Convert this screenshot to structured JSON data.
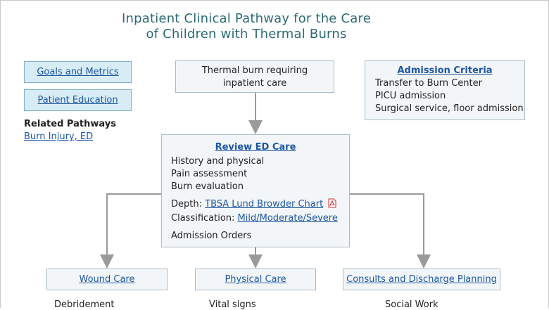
{
  "title": {
    "line1": "Inpatient Clinical Pathway for the Care",
    "line2": "of Children with Thermal Burns"
  },
  "sidebar": {
    "goals_button": "Goals and Metrics",
    "education_button": "Patient Education",
    "related_heading": "Related Pathways",
    "related_link": "Burn Injury, ED"
  },
  "start_box": {
    "line1": "Thermal burn requiring",
    "line2": "inpatient care"
  },
  "admission": {
    "title": "Admission Criteria",
    "items": [
      "Transfer to Burn Center",
      "PICU admission",
      "Surgical service, floor admission"
    ]
  },
  "review": {
    "title": "Review ED Care",
    "items": [
      "History and physical",
      "Pain assessment",
      "Burn evaluation"
    ],
    "depth_label": "Depth:",
    "depth_link": "TBSA Lund Browder Chart",
    "classification_label": "Classification:",
    "classification_link": "Mild/Moderate/Severe",
    "orders": "Admission Orders"
  },
  "branches": {
    "wound": {
      "label": "Wound Care",
      "first_item": "Debridement"
    },
    "physical": {
      "label": "Physical Care",
      "first_item": "Vital signs"
    },
    "consults": {
      "label": "Consults and Discharge Planning",
      "first_item": "Social Work"
    }
  },
  "colors": {
    "title": "#2b6a74",
    "link": "#1d57a3",
    "box_fill": "#f3f6f8",
    "box_border": "#a9bcc8",
    "button_fill": "#d7ecf5",
    "button_border": "#7fb0c8",
    "connector": "#9a9a9a",
    "pdf_red": "#d32f2f"
  },
  "icons": {
    "pdf": "pdf-icon"
  }
}
